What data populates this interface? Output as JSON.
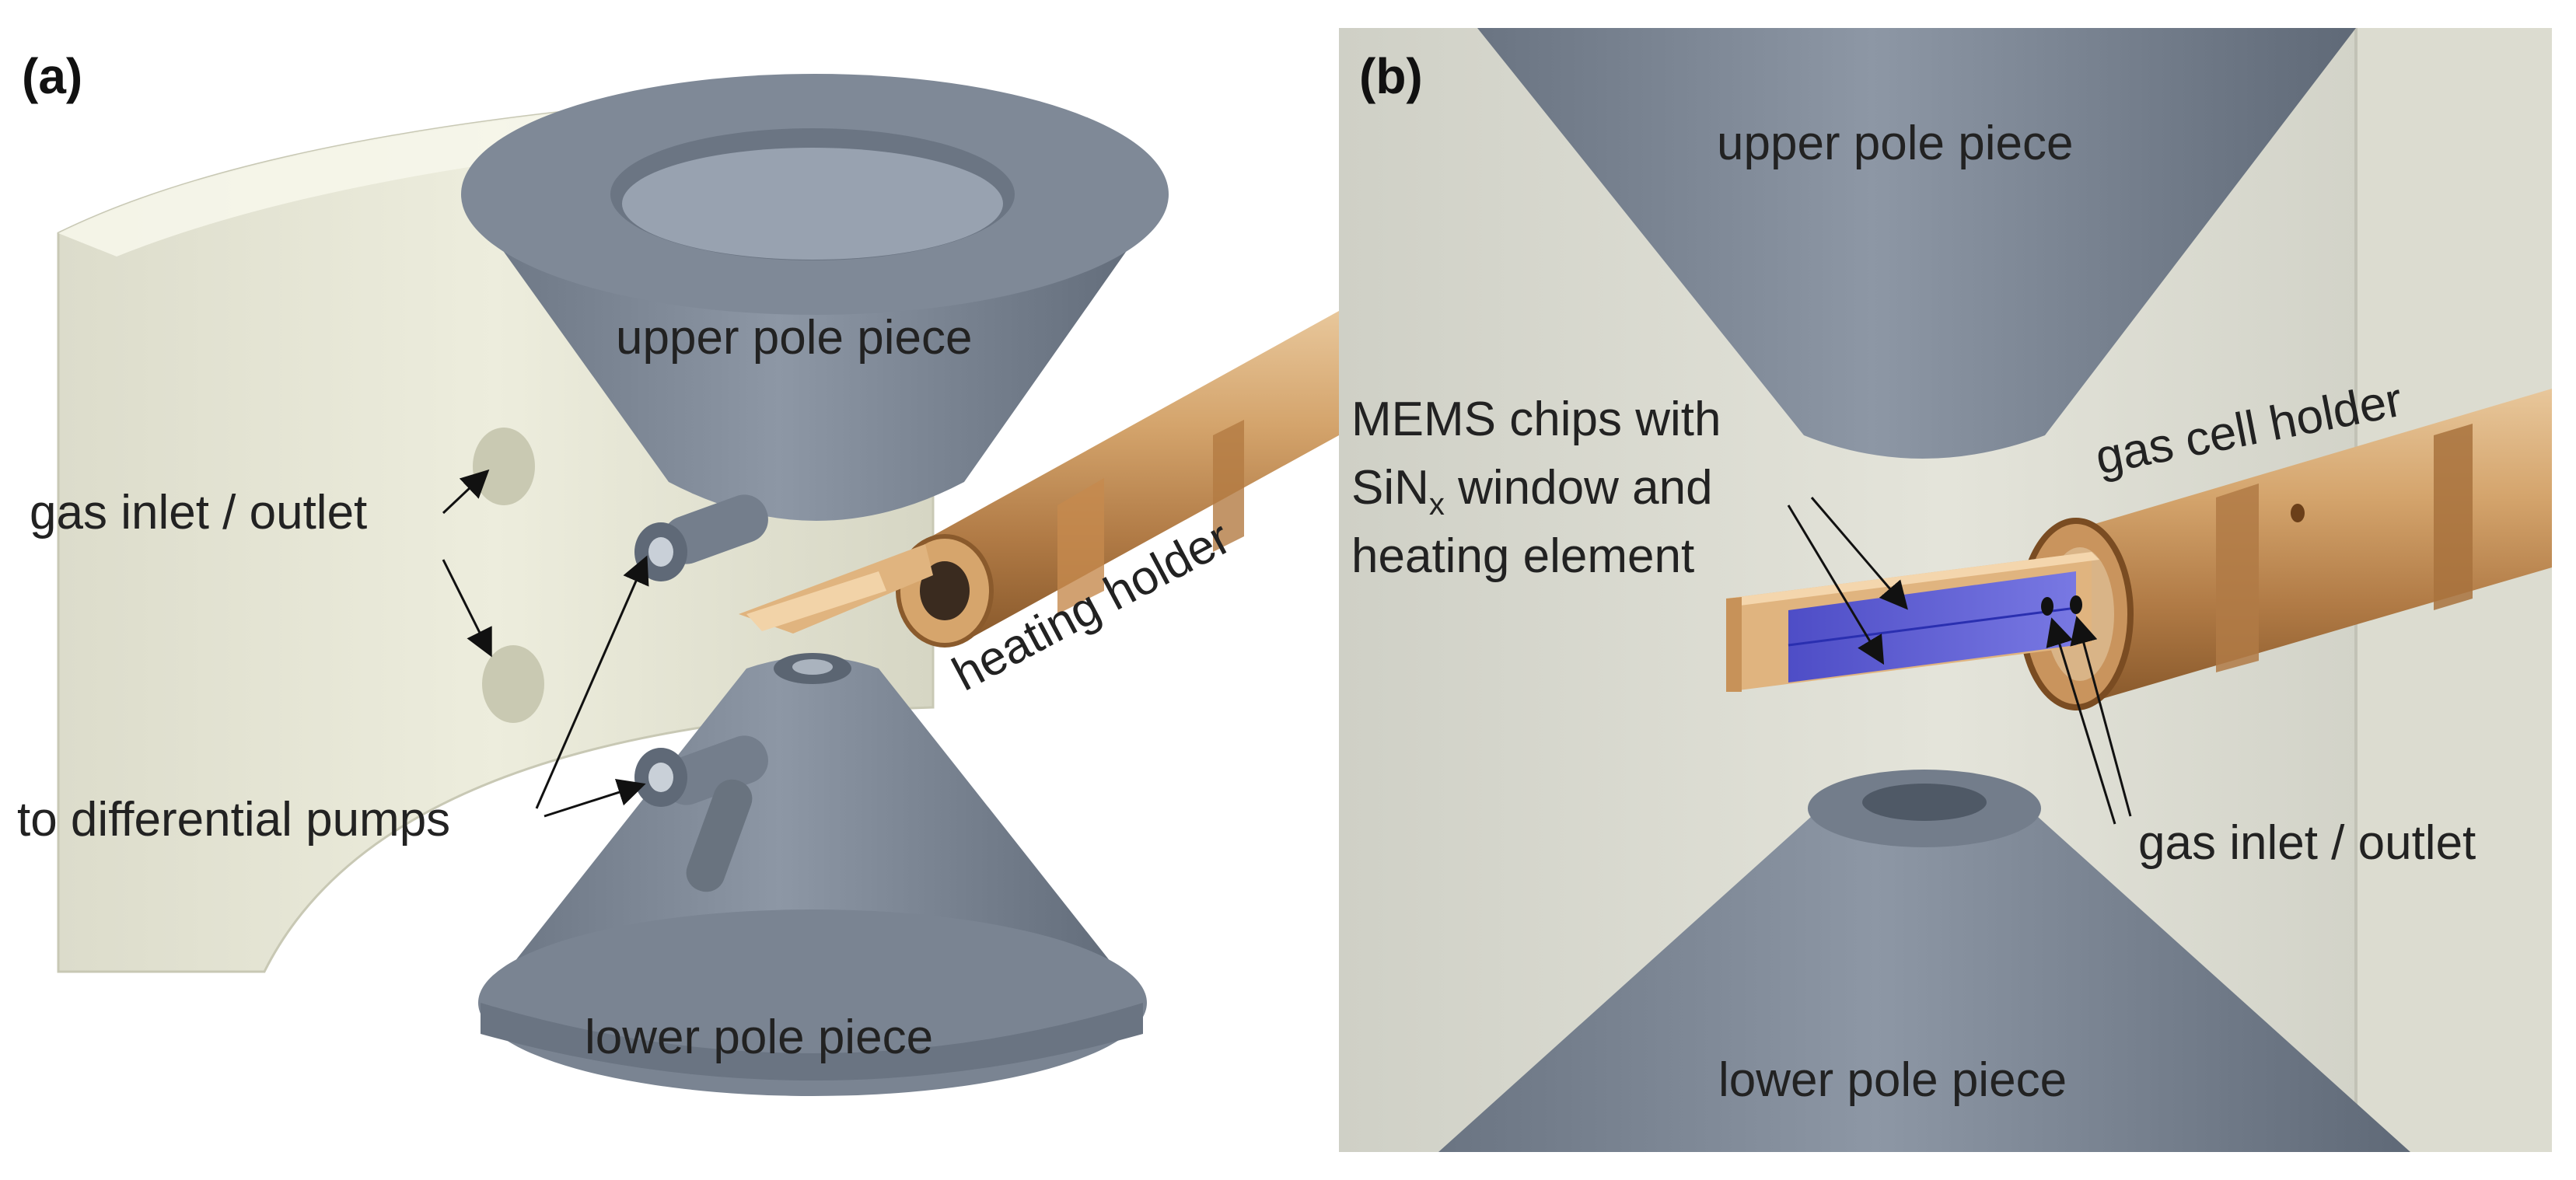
{
  "panel_a": {
    "tag": "(a)",
    "labels": {
      "upper": "upper pole piece",
      "lower": "lower pole piece",
      "gas": "gas inlet / outlet",
      "pumps": "to differential pumps",
      "holder": "heating holder"
    }
  },
  "panel_b": {
    "tag": "(b)",
    "labels": {
      "upper": "upper pole piece",
      "lower": "lower pole piece",
      "mems_line1": "MEMS chips with",
      "mems_line2_prefix": "SiN",
      "mems_line2_sub": "x",
      "mems_line2_suffix": " window and",
      "mems_line3": "heating element",
      "holder": "gas cell holder",
      "gas": "gas inlet / outlet"
    }
  },
  "colors": {
    "pole_piece": "#7b8593",
    "chamber_wall": "#e8e8d6",
    "holder_copper": "#c8935a",
    "sin_window": "#4a52e0",
    "arrow": "#111111"
  }
}
